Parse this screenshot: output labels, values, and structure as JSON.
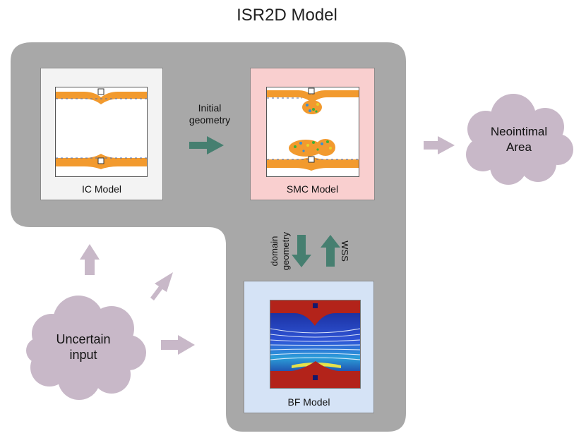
{
  "title": "ISR2D Model",
  "panels": {
    "ic": {
      "label": "IC Model"
    },
    "smc": {
      "label": "SMC Model"
    },
    "bf": {
      "label": "BF Model"
    }
  },
  "arrows": {
    "initial_geometry": {
      "line1": "Initial",
      "line2": "geometry"
    },
    "domain_geometry": {
      "line1": "domain",
      "line2": "geometry"
    },
    "wss": "WSS"
  },
  "clouds": {
    "output": {
      "line1": "Neointimal",
      "line2": "Area"
    },
    "input": {
      "line1": "Uncertain",
      "line2": "input"
    }
  },
  "colors": {
    "region_gray": "#a8a8a8",
    "teal_arrow": "#467f70",
    "lilac": "#c8b8c8",
    "smc_bg": "#f9cfcf",
    "bf_bg": "#d5e3f6",
    "ic_bg": "#f3f3f3",
    "wall_orange": "#f29a2e",
    "wall_red": "#b3231a"
  }
}
